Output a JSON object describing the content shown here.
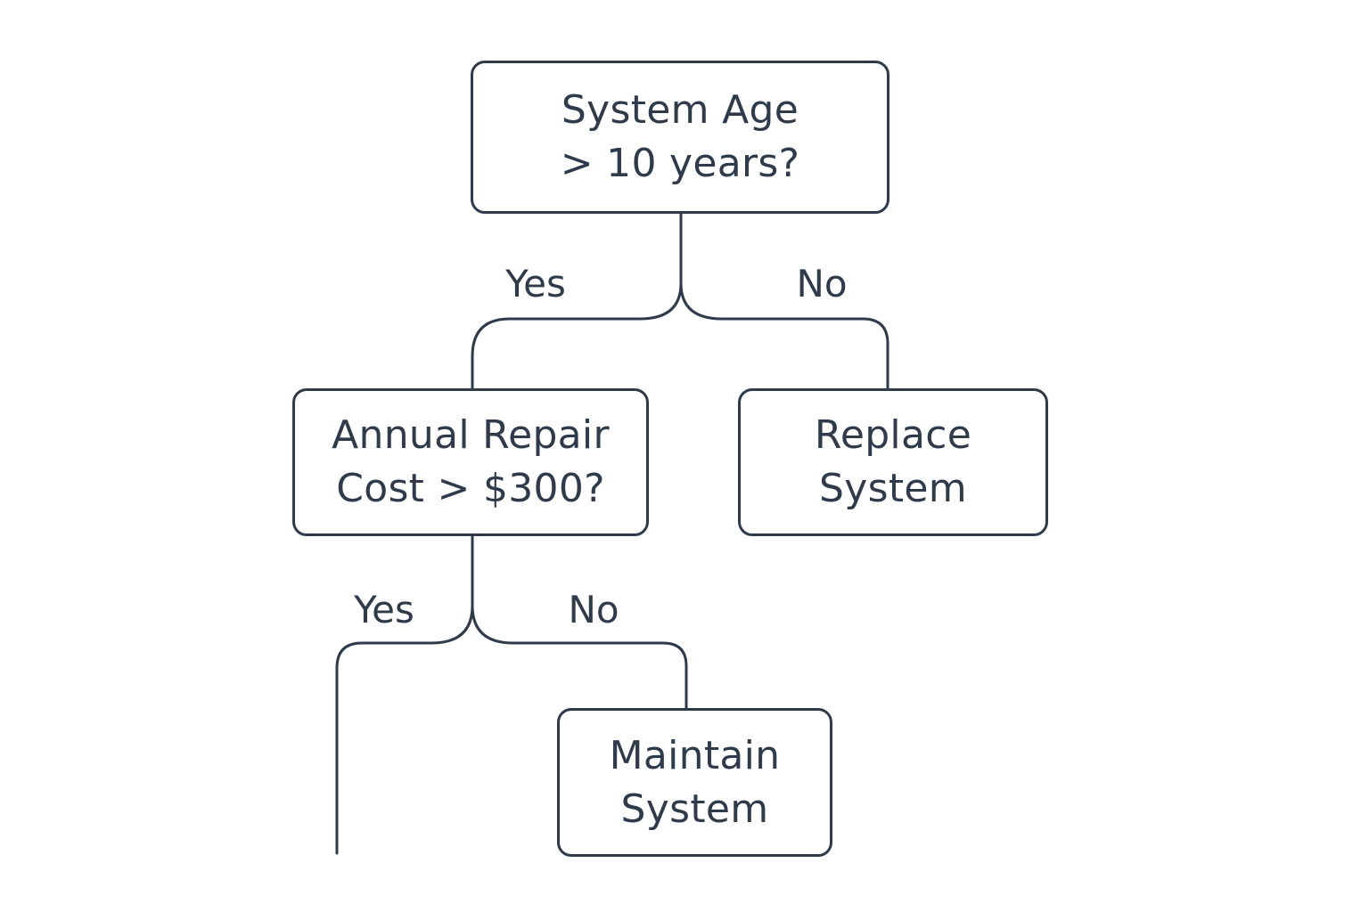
{
  "diagram": {
    "nodes": {
      "root": {
        "line1": "System Age",
        "line2": "> 10 years?"
      },
      "repair": {
        "line1": "Annual Repair",
        "line2": "Cost > $300?"
      },
      "replace": {
        "line1": "Replace",
        "line2": "System"
      },
      "maintain": {
        "line1": "Maintain",
        "line2": "System"
      }
    },
    "edges": {
      "root_yes": "Yes",
      "root_no": "No",
      "repair_yes": "Yes",
      "repair_no": "No"
    }
  },
  "colors": {
    "stroke": "#2f3a4b",
    "text": "#2f3a4b",
    "background": "#ffffff"
  }
}
